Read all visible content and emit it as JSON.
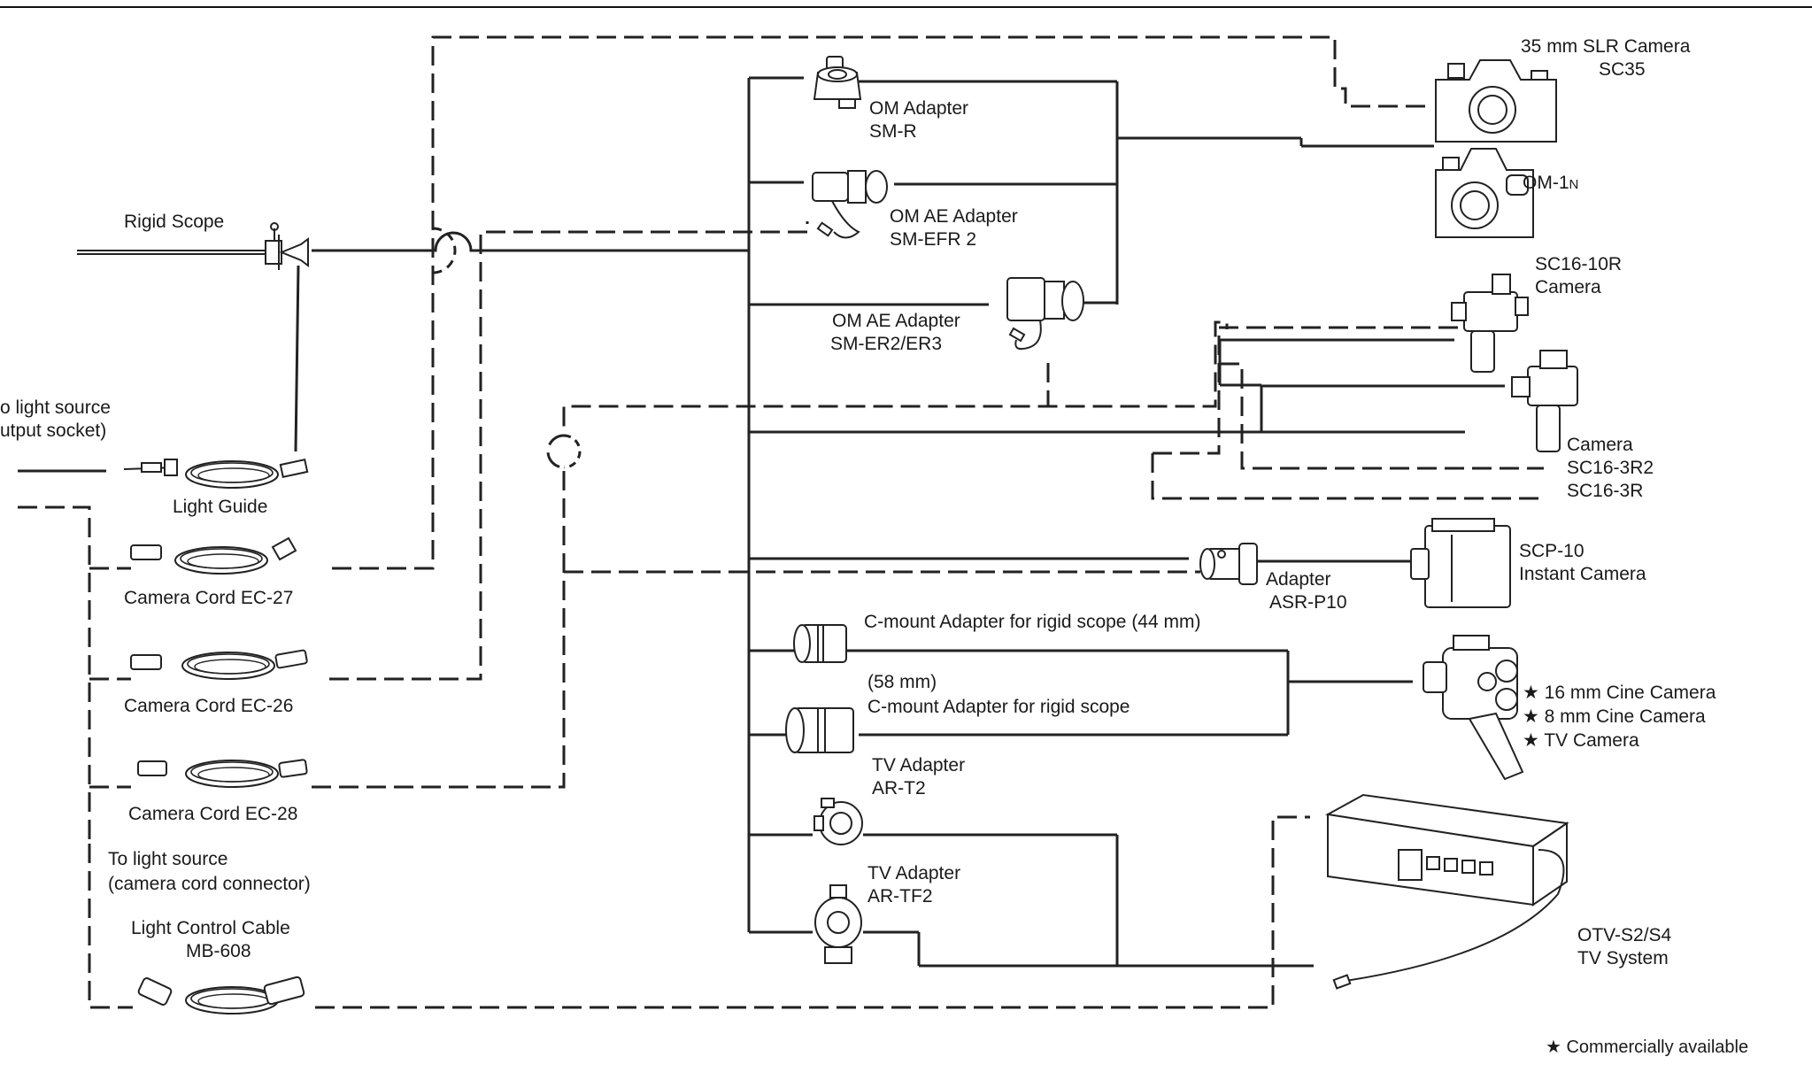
{
  "labels": {
    "rigid_scope": "Rigid Scope",
    "light_source_output_1": "o light source",
    "light_source_output_2": "utput socket)",
    "light_guide": "Light Guide",
    "ec27": "Camera Cord EC-27",
    "ec26": "Camera Cord EC-26",
    "ec28": "Camera Cord EC-28",
    "to_light_source_1": "To light source",
    "to_light_source_2": "(camera cord connector)",
    "light_control_1": "Light Control Cable",
    "light_control_2": "MB-608",
    "sm_r_1": "OM Adapter",
    "sm_r_2": "SM-R",
    "sm_efr_1": "OM AE Adapter",
    "sm_efr_2": "SM-EFR 2",
    "sm_er_1": "OM AE Adapter",
    "sm_er_2": "SM-ER2/ER3",
    "asr_1": "Adapter",
    "asr_2": "ASR-P10",
    "cmount44": "C-mount Adapter for rigid scope (44 mm)",
    "cmount58_1": "(58 mm)",
    "cmount58_2": "C-mount Adapter for rigid scope",
    "art2_1": "TV Adapter",
    "art2_2": "AR-T2",
    "artf2_1": "TV Adapter",
    "artf2_2": "AR-TF2",
    "sc35_1": "35 mm SLR Camera",
    "sc35_2": "SC35",
    "om1_main": "OM-1",
    "om1_sub": "N",
    "sc16_10r_1": "SC16-10R",
    "sc16_10r_2": "Camera",
    "sc16_3r_1": "Camera",
    "sc16_3r_2": "SC16-3R2",
    "sc16_3r_3": "SC16-3R",
    "scp10_1": "SCP-10",
    "scp10_2": "Instant Camera",
    "cine16": "★ 16 mm Cine Camera",
    "cine8": "★ 8 mm Cine Camera",
    "tvcam": "★ TV Camera",
    "otv_1": "OTV-S2/S4",
    "otv_2": "TV System",
    "footnote": "★ Commercially available"
  }
}
